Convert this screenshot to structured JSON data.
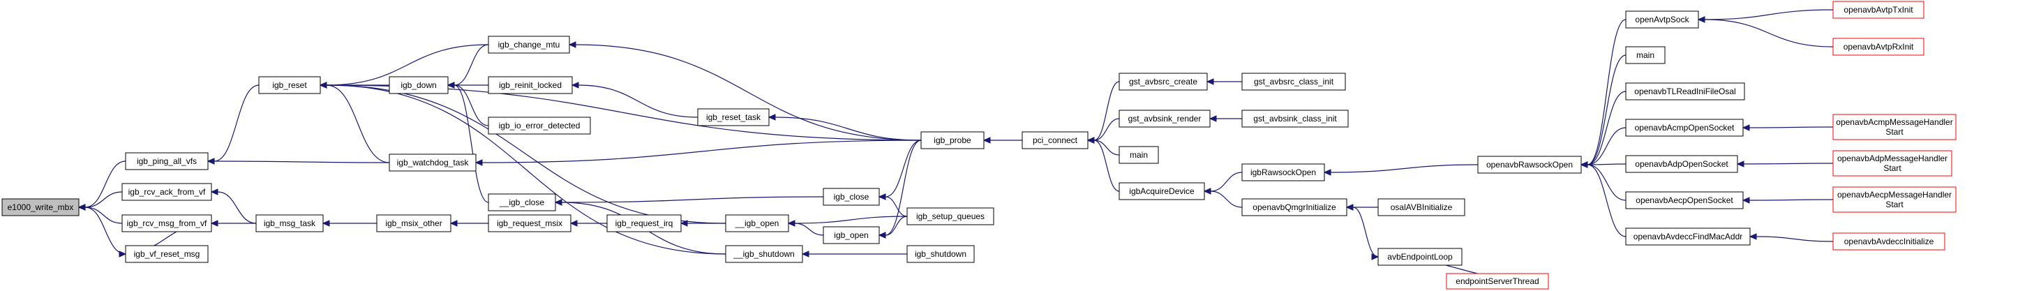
{
  "diagram": {
    "type": "call-graph",
    "colors": {
      "edge": "#191970",
      "root_fill": "#bfbfbf",
      "node_border": "#000000",
      "external_node_border": "#ff0000"
    },
    "nodes": [
      {
        "id": "e1000_write_mbx",
        "label": "e1000_write_mbx",
        "style": "root"
      },
      {
        "id": "igb_ping_all_vfs",
        "label": "igb_ping_all_vfs"
      },
      {
        "id": "igb_rcv_ack_from_vf",
        "label": "igb_rcv_ack_from_vf"
      },
      {
        "id": "igb_rcv_msg_from_vf",
        "label": "igb_rcv_msg_from_vf"
      },
      {
        "id": "igb_vf_reset_msg",
        "label": "igb_vf_reset_msg"
      },
      {
        "id": "igb_reset",
        "label": "igb_reset"
      },
      {
        "id": "igb_msg_task",
        "label": "igb_msg_task"
      },
      {
        "id": "igb_change_mtu",
        "label": "igb_change_mtu"
      },
      {
        "id": "igb_down",
        "label": "igb_down"
      },
      {
        "id": "igb_reinit_locked",
        "label": "igb_reinit_locked"
      },
      {
        "id": "igb_io_error_detected",
        "label": "igb_io_error_detected"
      },
      {
        "id": "igb_watchdog_task",
        "label": "igb_watchdog_task"
      },
      {
        "id": "__igb_close",
        "label": "__igb_close"
      },
      {
        "id": "igb_msix_other",
        "label": "igb_msix_other"
      },
      {
        "id": "igb_request_msix",
        "label": "igb_request_msix"
      },
      {
        "id": "igb_request_irq",
        "label": "igb_request_irq"
      },
      {
        "id": "__igb_open",
        "label": "__igb_open"
      },
      {
        "id": "__igb_shutdown",
        "label": "__igb_shutdown"
      },
      {
        "id": "igb_reset_task",
        "label": "igb_reset_task"
      },
      {
        "id": "igb_close",
        "label": "igb_close"
      },
      {
        "id": "igb_open",
        "label": "igb_open"
      },
      {
        "id": "igb_shutdown",
        "label": "igb_shutdown"
      },
      {
        "id": "igb_setup_queues",
        "label": "igb_setup_queues"
      },
      {
        "id": "igb_probe",
        "label": "igb_probe"
      },
      {
        "id": "pci_connect",
        "label": "pci_connect"
      },
      {
        "id": "gst_avbsrc_create",
        "label": "gst_avbsrc_create"
      },
      {
        "id": "gst_avbsink_render",
        "label": "gst_avbsink_render"
      },
      {
        "id": "main_pci",
        "label": "main"
      },
      {
        "id": "igbAcquireDevice",
        "label": "igbAcquireDevice"
      },
      {
        "id": "gst_avbsrc_class_init",
        "label": "gst_avbsrc_class_init"
      },
      {
        "id": "gst_avbsink_class_init",
        "label": "gst_avbsink_class_init"
      },
      {
        "id": "igbRawsockOpen",
        "label": "igbRawsockOpen"
      },
      {
        "id": "openavbQmgrInitialize",
        "label": "openavbQmgrInitialize"
      },
      {
        "id": "osalAVBInitialize",
        "label": "osalAVBInitialize"
      },
      {
        "id": "avbEndpointLoop",
        "label": "avbEndpointLoop"
      },
      {
        "id": "endpointServerThread",
        "label": "endpointServerThread",
        "style": "red"
      },
      {
        "id": "openavbRawsockOpen",
        "label": "openavbRawsockOpen"
      },
      {
        "id": "openAvtpSock",
        "label": "openAvtpSock"
      },
      {
        "id": "main_raw",
        "label": "main"
      },
      {
        "id": "openavbTLReadIniFileOsal",
        "label": "openavbTLReadIniFileOsal"
      },
      {
        "id": "openavbAcmpOpenSocket",
        "label": "openavbAcmpOpenSocket"
      },
      {
        "id": "openavbAdpOpenSocket",
        "label": "openavbAdpOpenSocket"
      },
      {
        "id": "openavbAecpOpenSocket",
        "label": "openavbAecpOpenSocket"
      },
      {
        "id": "openavbAvdeccFindMacAddr",
        "label": "openavbAvdeccFindMacAddr"
      },
      {
        "id": "openavbAvtpTxInit",
        "label": "openavbAvtpTxInit",
        "style": "red"
      },
      {
        "id": "openavbAvtpRxInit",
        "label": "openavbAvtpRxInit",
        "style": "red"
      },
      {
        "id": "openavbAcmpMessageHandlerStart",
        "label": "openavbAcmpMessageHandler\nStart",
        "style": "red"
      },
      {
        "id": "openavbAdpMessageHandlerStart",
        "label": "openavbAdpMessageHandler\nStart",
        "style": "red"
      },
      {
        "id": "openavbAecpMessageHandlerStart",
        "label": "openavbAecpMessageHandler\nStart",
        "style": "red"
      },
      {
        "id": "openavbAvdeccInitialize",
        "label": "openavbAvdeccInitialize",
        "style": "red"
      }
    ],
    "edges": [
      {
        "from": "igb_ping_all_vfs",
        "to": "e1000_write_mbx"
      },
      {
        "from": "igb_rcv_ack_from_vf",
        "to": "e1000_write_mbx"
      },
      {
        "from": "igb_rcv_msg_from_vf",
        "to": "e1000_write_mbx"
      },
      {
        "from": "igb_vf_reset_msg",
        "to": "e1000_write_mbx"
      },
      {
        "from": "igb_rcv_msg_from_vf",
        "to": "igb_vf_reset_msg"
      },
      {
        "from": "igb_reset",
        "to": "igb_ping_all_vfs"
      },
      {
        "from": "igb_watchdog_task",
        "to": "igb_ping_all_vfs"
      },
      {
        "from": "igb_msg_task",
        "to": "igb_rcv_ack_from_vf"
      },
      {
        "from": "igb_msg_task",
        "to": "igb_rcv_msg_from_vf"
      },
      {
        "from": "igb_msix_other",
        "to": "igb_msg_task"
      },
      {
        "from": "igb_request_msix",
        "to": "igb_msix_other"
      },
      {
        "from": "igb_request_irq",
        "to": "igb_request_msix"
      },
      {
        "from": "__igb_open",
        "to": "igb_request_irq"
      },
      {
        "from": "igb_change_mtu",
        "to": "igb_reset"
      },
      {
        "from": "igb_down",
        "to": "igb_reset"
      },
      {
        "from": "igb_watchdog_task",
        "to": "igb_reset"
      },
      {
        "from": "__igb_shutdown",
        "to": "igb_reset"
      },
      {
        "from": "__igb_open",
        "to": "igb_reset"
      },
      {
        "from": "igb_probe",
        "to": "igb_reset"
      },
      {
        "from": "igb_change_mtu",
        "to": "igb_down"
      },
      {
        "from": "igb_reinit_locked",
        "to": "igb_down"
      },
      {
        "from": "igb_io_error_detected",
        "to": "igb_down"
      },
      {
        "from": "__igb_close",
        "to": "igb_down"
      },
      {
        "from": "igb_reset_task",
        "to": "igb_reinit_locked"
      },
      {
        "from": "igb_probe",
        "to": "igb_change_mtu"
      },
      {
        "from": "igb_probe",
        "to": "igb_reset_task"
      },
      {
        "from": "igb_probe",
        "to": "igb_watchdog_task"
      },
      {
        "from": "igb_close",
        "to": "__igb_close"
      },
      {
        "from": "__igb_shutdown",
        "to": "__igb_close"
      },
      {
        "from": "igb_open",
        "to": "__igb_open"
      },
      {
        "from": "igb_setup_queues",
        "to": "__igb_open"
      },
      {
        "from": "igb_shutdown",
        "to": "__igb_shutdown"
      },
      {
        "from": "igb_probe",
        "to": "igb_close"
      },
      {
        "from": "igb_setup_queues",
        "to": "igb_close"
      },
      {
        "from": "igb_probe",
        "to": "igb_open"
      },
      {
        "from": "igb_setup_queues",
        "to": "igb_open"
      },
      {
        "from": "pci_connect",
        "to": "igb_probe"
      },
      {
        "from": "gst_avbsrc_create",
        "to": "pci_connect"
      },
      {
        "from": "gst_avbsink_render",
        "to": "pci_connect"
      },
      {
        "from": "main_pci",
        "to": "pci_connect"
      },
      {
        "from": "igbAcquireDevice",
        "to": "pci_connect"
      },
      {
        "from": "gst_avbsrc_class_init",
        "to": "gst_avbsrc_create"
      },
      {
        "from": "gst_avbsink_class_init",
        "to": "gst_avbsink_render"
      },
      {
        "from": "igbRawsockOpen",
        "to": "igbAcquireDevice"
      },
      {
        "from": "openavbQmgrInitialize",
        "to": "igbAcquireDevice"
      },
      {
        "from": "openavbRawsockOpen",
        "to": "igbRawsockOpen"
      },
      {
        "from": "osalAVBInitialize",
        "to": "openavbQmgrInitialize"
      },
      {
        "from": "avbEndpointLoop",
        "to": "openavbQmgrInitialize"
      },
      {
        "from": "endpointServerThread",
        "to": "avbEndpointLoop"
      },
      {
        "from": "openAvtpSock",
        "to": "openavbRawsockOpen"
      },
      {
        "from": "main_raw",
        "to": "openavbRawsockOpen"
      },
      {
        "from": "openavbTLReadIniFileOsal",
        "to": "openavbRawsockOpen"
      },
      {
        "from": "openavbAcmpOpenSocket",
        "to": "openavbRawsockOpen"
      },
      {
        "from": "openavbAdpOpenSocket",
        "to": "openavbRawsockOpen"
      },
      {
        "from": "openavbAecpOpenSocket",
        "to": "openavbRawsockOpen"
      },
      {
        "from": "openavbAvdeccFindMacAddr",
        "to": "openavbRawsockOpen"
      },
      {
        "from": "openavbAvtpTxInit",
        "to": "openAvtpSock"
      },
      {
        "from": "openavbAvtpRxInit",
        "to": "openAvtpSock"
      },
      {
        "from": "openavbAcmpMessageHandlerStart",
        "to": "openavbAcmpOpenSocket"
      },
      {
        "from": "openavbAdpMessageHandlerStart",
        "to": "openavbAdpOpenSocket"
      },
      {
        "from": "openavbAecpMessageHandlerStart",
        "to": "openavbAecpOpenSocket"
      },
      {
        "from": "openavbAvdeccInitialize",
        "to": "openavbAvdeccFindMacAddr"
      }
    ]
  }
}
